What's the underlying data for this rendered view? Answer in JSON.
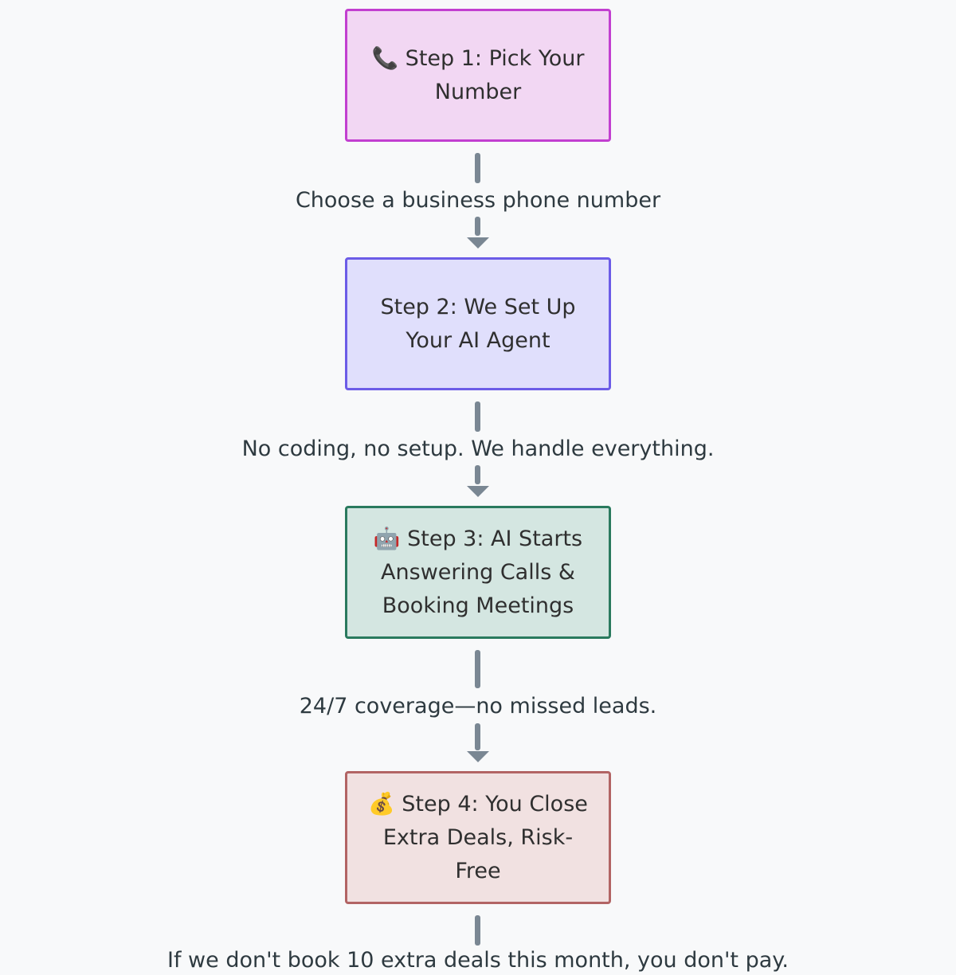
{
  "nodes": [
    {
      "id": "step1",
      "icon": "📞",
      "text": "📞 Step 1: Pick Your Number"
    },
    {
      "id": "step2",
      "icon": "",
      "text": "Step 2: We Set Up Your AI Agent"
    },
    {
      "id": "step3",
      "icon": "🤖",
      "text": "🤖 Step 3: AI Starts Answering Calls & Booking Meetings"
    },
    {
      "id": "step4",
      "icon": "💰",
      "text": "💰 Step 4: You Close Extra Deals, Risk-Free"
    }
  ],
  "edges": [
    {
      "from": "step1",
      "to": "step2",
      "label": "Choose a business phone number"
    },
    {
      "from": "step2",
      "to": "step3",
      "label": "No coding, no setup. We handle everything."
    },
    {
      "from": "step3",
      "to": "step4",
      "label": "24/7 coverage—no missed leads."
    },
    {
      "from": "step4",
      "to": "",
      "label": "If we don't book 10 extra deals this month, you don't pay."
    }
  ],
  "colors": {
    "step1_fill": "#f2d7f3",
    "step1_border": "#c23fd0",
    "step2_fill": "#e0dffc",
    "step2_border": "#6c5ce7",
    "step3_fill": "#d4e6e1",
    "step3_border": "#2a7a5e",
    "step4_fill": "#f1e1e1",
    "step4_border": "#b26464",
    "arrow": "#7a8793",
    "background": "#f8f9fa"
  }
}
